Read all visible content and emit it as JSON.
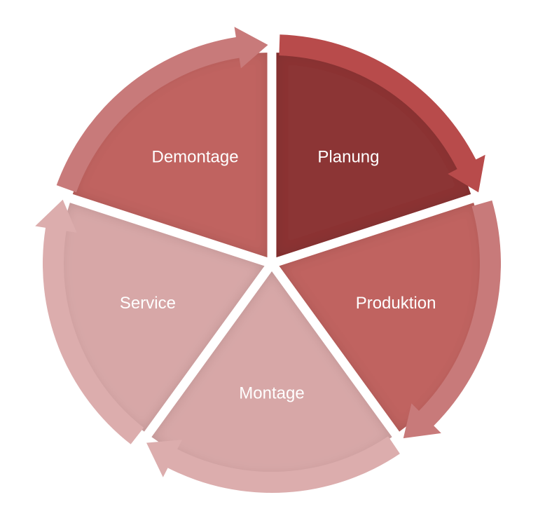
{
  "diagram": {
    "type": "cycle",
    "segments": [
      {
        "label": "Planung",
        "fill": "#8C3434",
        "arrow": "#B84B4B"
      },
      {
        "label": "Produktion",
        "fill": "#C06461",
        "arrow": "#C87A7A"
      },
      {
        "label": "Montage",
        "fill": "#D7A7A7",
        "arrow": "#DCADAD"
      },
      {
        "label": "Service",
        "fill": "#D7A7A7",
        "arrow": "#DCADAD"
      },
      {
        "label": "Demontage",
        "fill": "#C06461",
        "arrow": "#C87A7A"
      }
    ]
  }
}
